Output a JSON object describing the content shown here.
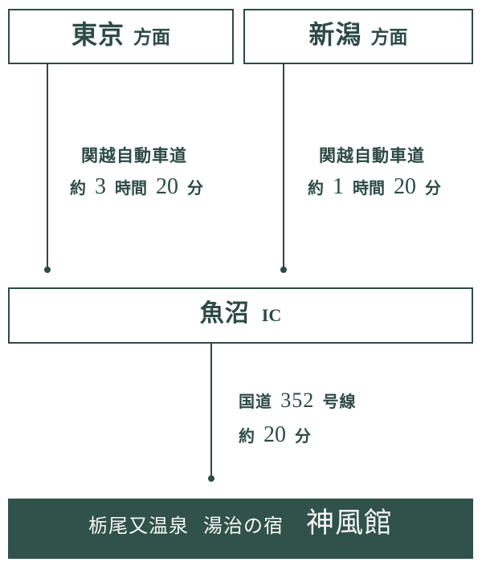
{
  "colors": {
    "accent": "#2d4a45",
    "banner_background": "#31514b",
    "banner_text": "#f7f8f6",
    "page_background": "#ffffff"
  },
  "origins": {
    "tokyo": {
      "name": "東京",
      "suffix": "方面"
    },
    "niigata": {
      "name": "新潟",
      "suffix": "方面"
    }
  },
  "interchange": {
    "name": "魚沼",
    "suffix": "IC"
  },
  "routes": {
    "from_tokyo": {
      "road": "関越自動車道",
      "time": {
        "prefix": "約",
        "hours": "3",
        "hours_unit": "時間",
        "minutes": "20",
        "minutes_unit": "分"
      }
    },
    "from_niigata": {
      "road": "関越自動車道",
      "time": {
        "prefix": "約",
        "hours": "1",
        "hours_unit": "時間",
        "minutes": "20",
        "minutes_unit": "分"
      }
    },
    "from_interchange": {
      "road": {
        "prefix": "国道",
        "number": "352",
        "suffix": "号線"
      },
      "time": {
        "prefix": "約",
        "minutes": "20",
        "unit": "分"
      }
    }
  },
  "destination": {
    "onsen": "栃尾又温泉",
    "type": "湯治の宿",
    "name": "神風館"
  }
}
